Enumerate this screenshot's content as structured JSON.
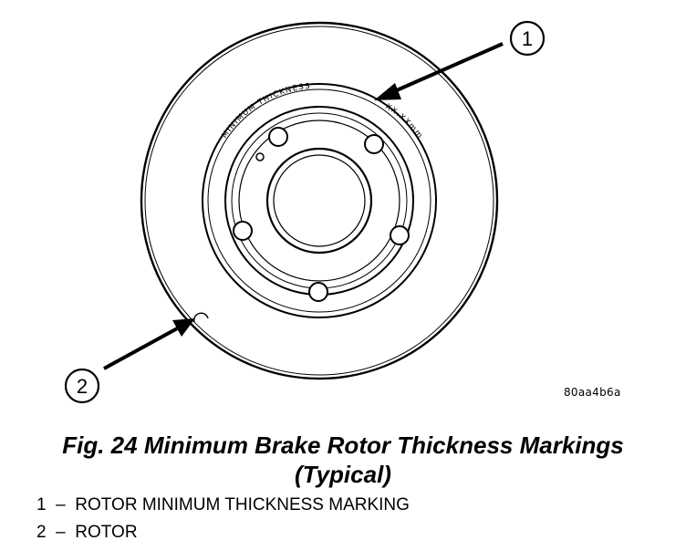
{
  "diagram": {
    "stamp_text": "MINIMUM THICKNESS",
    "stamp_value": "XX.XXmm",
    "callouts": [
      "1",
      "2"
    ],
    "ref_code": "80aa4b6a"
  },
  "caption": {
    "line1": "Fig. 24 Minimum Brake Rotor Thickness Markings",
    "line2": "(Typical)"
  },
  "legend": {
    "items": [
      {
        "number": "1",
        "sep": "–",
        "label": "ROTOR MINIMUM THICKNESS MARKING"
      },
      {
        "number": "2",
        "sep": "–",
        "label": "ROTOR"
      }
    ]
  }
}
